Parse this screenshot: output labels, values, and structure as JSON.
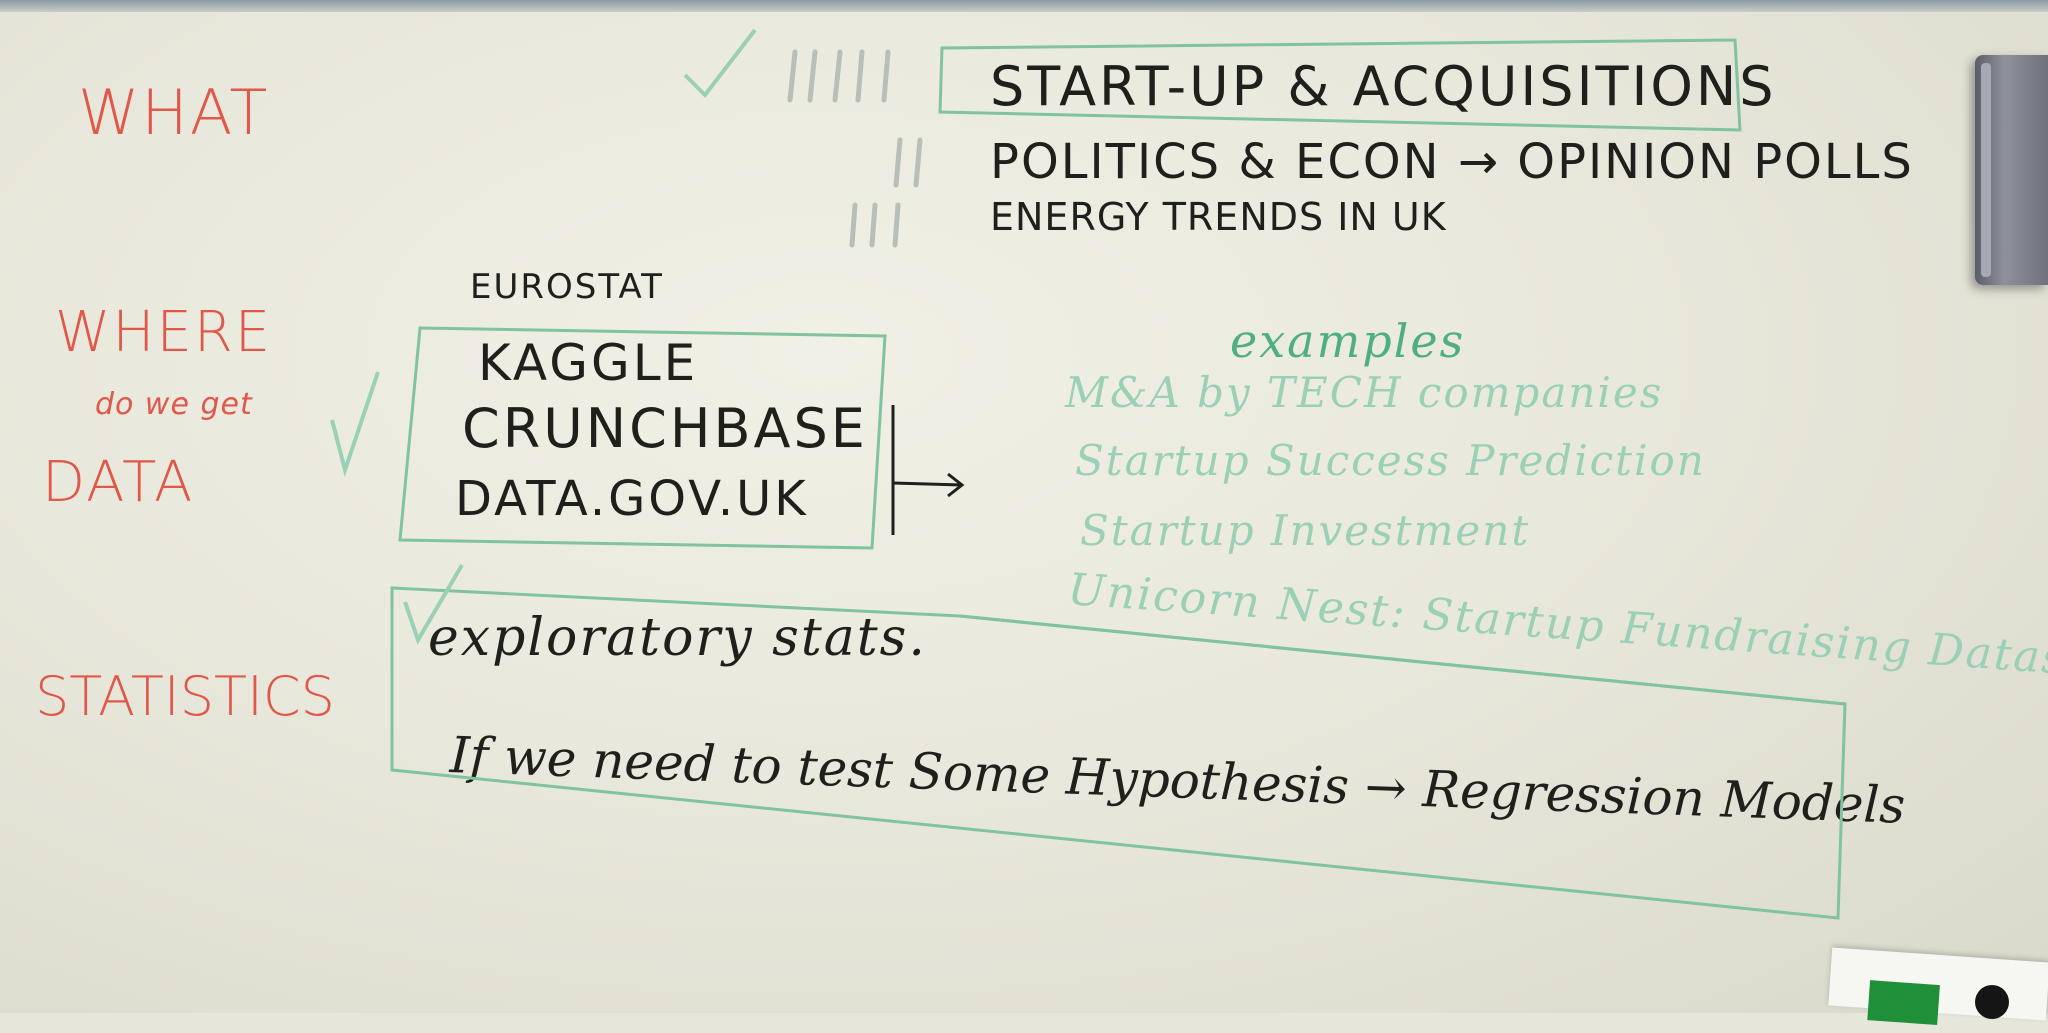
{
  "sections": {
    "what": "WHAT",
    "where": "WHERE",
    "where_sub": "do we get",
    "data": "DATA",
    "statistics": "STATISTICS"
  },
  "topics": [
    "START-UP & ACQUISITIONS",
    "POLITICS & ECON → OPINION POLLS",
    "ENERGY TRENDS IN UK"
  ],
  "sources": {
    "above_box": "EUROSTAT",
    "items": [
      "KAGGLE",
      "CRUNCHBASE",
      "DATA.GOV.UK"
    ]
  },
  "examples": {
    "heading": "examples",
    "items": [
      "M&A by TECH companies",
      "Startup Success Prediction",
      "Startup Investment",
      "Unicorn Nest: Startup Fundraising Dataset"
    ]
  },
  "statistics_box": {
    "line1": "exploratory stats.",
    "line2": "If we need to test Some Hypothesis → Regression Models"
  },
  "colors": {
    "red_marker": "#e0584a",
    "black_marker": "#1f1f1c",
    "green_marker": "#7fc3a0"
  }
}
